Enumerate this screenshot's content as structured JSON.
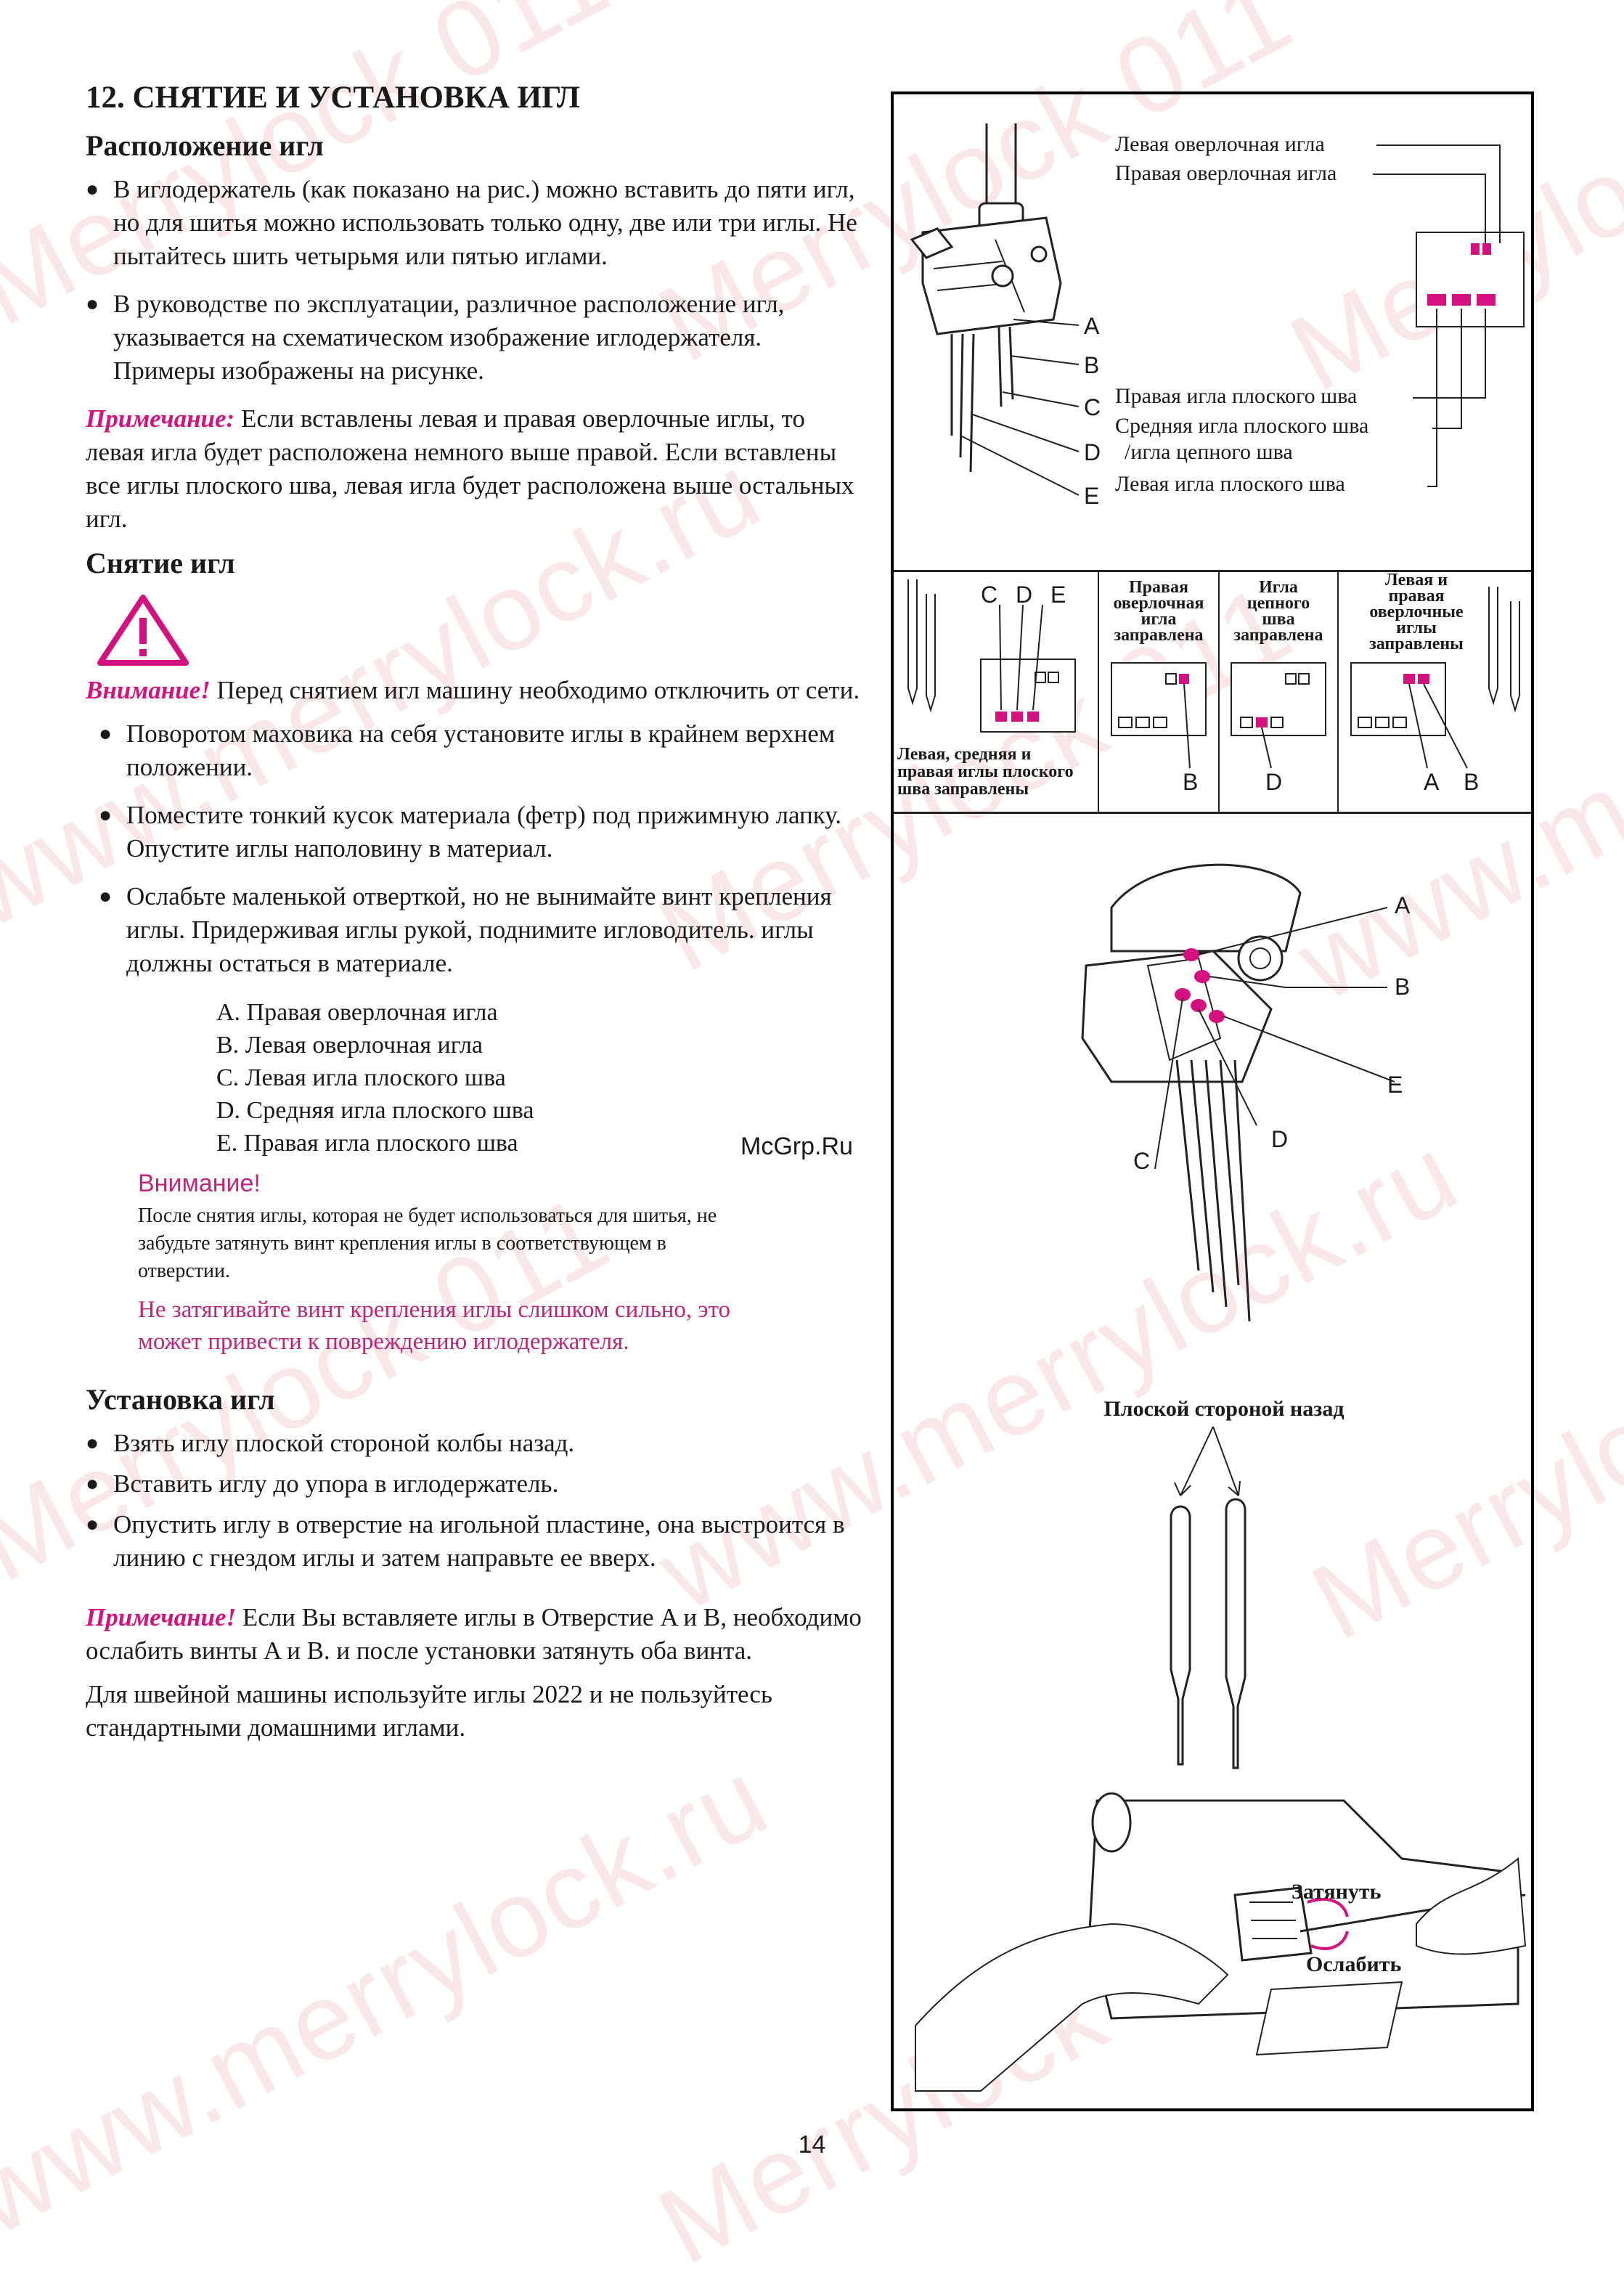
{
  "watermark": {
    "text_a": "Merrylock 011",
    "text_b": "www.merrylock.ru"
  },
  "section_title": "12. СНЯТИЕ И УСТАНОВКА ИГЛ",
  "needle_arrangement": {
    "heading": "Расположение игл",
    "bullets": [
      "В иглодержатель (как показано на рис.) можно вставить до пяти игл, но для шитья можно использовать только одну, две или три иглы. Не пытайтесь шить четырьмя или пятью иглами.",
      "В руководстве по эксплуатации, различное расположение игл, указывается на схематическом изображение иглодержателя. Примеры изображены на рисунке."
    ],
    "note_label": "Примечание:",
    "note_text": "Если вставлены левая и правая оверлочные иглы, то левая игла будет расположена немного выше правой. Если вставлены все иглы плоского шва, левая игла будет расположена выше остальных игл."
  },
  "removal": {
    "heading": "Снятие игл",
    "warning_label": "Внимание!",
    "warning_text": "Перед снятием игл машину необходимо отключить от сети.",
    "bullets": [
      "Поворотом маховика на себя установите иглы в крайнем верхнем положении.",
      "Поместите тонкий кусок материала (фетр) под прижимную лапку. Опустите иглы наполовину в материал.",
      "Ослабьте маленькой отверткой, но не вынимайте винт крепления иглы. Придерживая иглы рукой, поднимите игловодитель. иглы должны остаться в материале."
    ],
    "needles": [
      "A. Правая оверлочная игла",
      "B. Левая оверлочная игла",
      "C. Левая игла плоского шва",
      "D. Средняя игла плоского шва",
      "E. Правая игла плоского шва"
    ],
    "caution_title": "Внимание!",
    "caution_text": "После снятия иглы, которая не будет использоваться для шитья, не забудьте затянуть винт крепления иглы в соответствующем в отверстии.",
    "caution_pink": "Не затягивайте винт крепления иглы слишком сильно, это может привести к повреждению иглодержателя."
  },
  "install": {
    "heading": "Установка игл",
    "bullets": [
      "Взять иглу плоской стороной колбы назад.",
      "Вставить иглу до упора в иглодержатель.",
      "Опустить иглу в отверстие на игольной пластине, она выстроится в линию с гнездом иглы и затем направьте ее вверх."
    ],
    "note_label": "Примечание!",
    "note_text": "Если Вы вставляете иглы в Отверстие A и B, необходимо ослабить винты A и B. и после установки затянуть оба винта.",
    "final_text": "Для швейной машины используйте иглы 2022 и не пользуйтесь стандартными домашними иглами."
  },
  "figure1": {
    "label_left_overlock": "Левая оверлочная игла",
    "label_right_overlock": "Правая оверлочная игла",
    "label_right_flat": "Правая игла плоского шва",
    "label_middle_flat_1": "Средняя игла плоского шва",
    "label_middle_flat_2": "/игла цепного шва",
    "label_left_flat": "Левая игла плоского шва",
    "letters": [
      "A",
      "B",
      "C",
      "D",
      "E"
    ]
  },
  "figure2": {
    "cells": [
      {
        "caption": [
          "Левая, средняя и",
          "правая иглы плоского",
          "шва заправлены"
        ],
        "letters": [
          "C",
          "D",
          "E"
        ]
      },
      {
        "caption": [
          "Правая",
          "оверлочная",
          "игла",
          "заправлена"
        ],
        "letters": [
          "B"
        ]
      },
      {
        "caption": [
          "Игла",
          "цепного",
          "шва",
          "заправлена"
        ],
        "letters": [
          "D"
        ]
      },
      {
        "caption": [
          "Левая и",
          "правая",
          "оверлочные",
          "иглы",
          "заправлены"
        ],
        "letters": [
          "A",
          "B"
        ]
      }
    ]
  },
  "figure3": {
    "letters": [
      "A",
      "B",
      "E",
      "D",
      "C"
    ]
  },
  "figure4": {
    "caption": "Плоской стороной назад"
  },
  "figure5": {
    "tighten": "Затянуть",
    "loosen": "Ослабить"
  },
  "source_mark": "McGrp.Ru",
  "page_number": "14",
  "colors": {
    "accent": "#d4117e",
    "caution": "#c2247a"
  }
}
